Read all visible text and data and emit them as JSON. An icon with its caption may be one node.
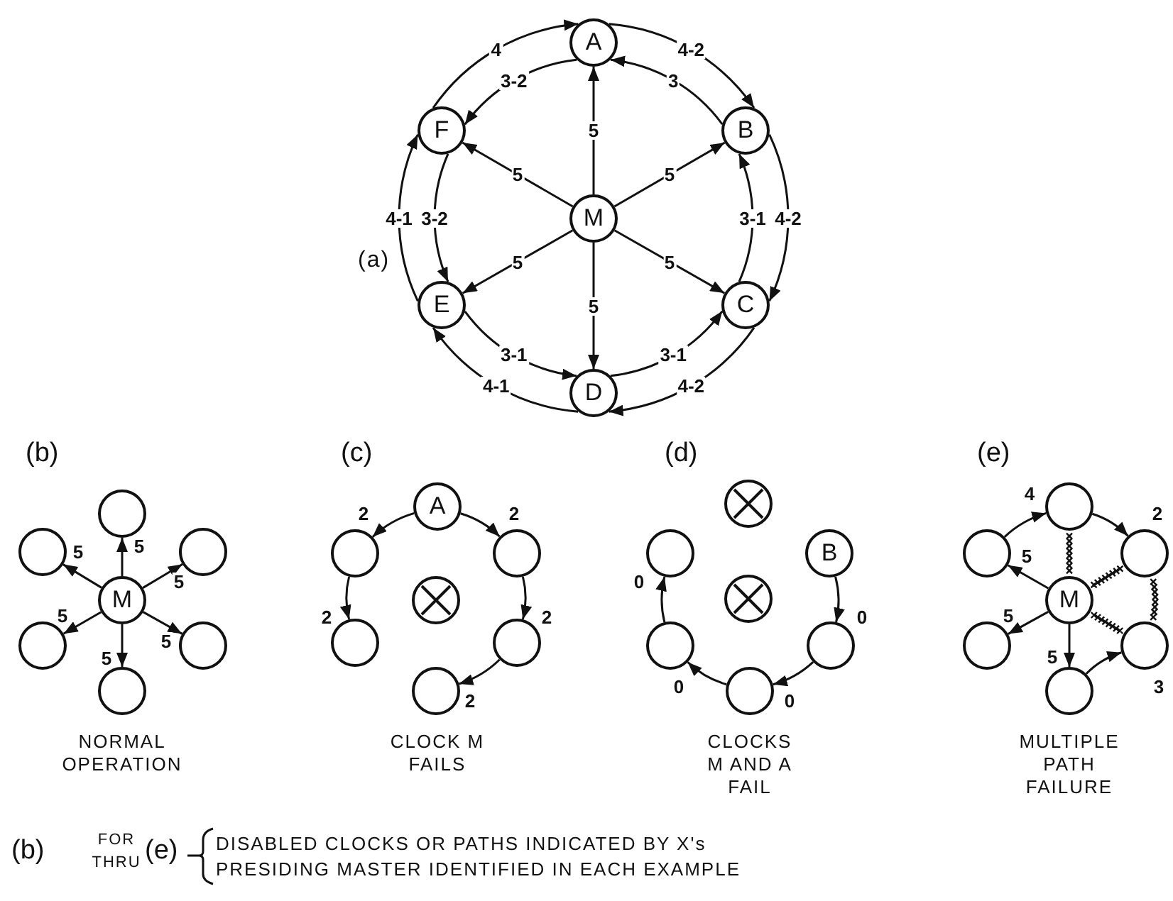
{
  "diagram": {
    "nodes": [
      {
        "text": [
          "A"
        ]
      },
      {
        "text": [
          "B"
        ]
      },
      {
        "text": [
          "C"
        ]
      },
      {
        "text": [
          "D"
        ]
      },
      {
        "text": [
          "E"
        ]
      },
      {
        "text": [
          "F"
        ]
      },
      {
        "text": [
          "M"
        ]
      },
      {
        "text": [
          "M"
        ]
      },
      {
        "text": [],
        "shape": "circle"
      },
      {
        "text": [],
        "shape": "circle"
      },
      {
        "text": [],
        "shape": "circle"
      },
      {
        "text": [],
        "shape": "circle"
      },
      {
        "text": [],
        "shape": "circle"
      },
      {
        "text": [],
        "shape": "circle"
      },
      {
        "text": [
          "A"
        ]
      },
      {
        "text": [],
        "shape": "circle"
      },
      {
        "text": [],
        "shape": "circle"
      },
      {
        "text": [],
        "shape": "crossed-circle"
      },
      {
        "text": [],
        "shape": "circle"
      },
      {
        "text": [],
        "shape": "circle"
      },
      {
        "text": [],
        "shape": "circle"
      },
      {
        "text": [],
        "shape": "crossed-circle"
      },
      {
        "text": [],
        "shape": "circle"
      },
      {
        "text": [
          "B"
        ]
      },
      {
        "text": [],
        "shape": "crossed-circle"
      },
      {
        "text": [],
        "shape": "circle"
      },
      {
        "text": [],
        "shape": "circle"
      },
      {
        "text": [],
        "shape": "circle"
      },
      {
        "text": [],
        "shape": "circle"
      },
      {
        "text": [],
        "shape": "circle"
      },
      {
        "text": [],
        "shape": "circle"
      },
      {
        "text": [
          "M"
        ]
      },
      {
        "text": [],
        "shape": "circle"
      },
      {
        "text": [],
        "shape": "circle"
      },
      {
        "text": [],
        "shape": "circle"
      }
    ],
    "edges": [
      {
        "from": 6,
        "to": 0,
        "arrow": "to",
        "label": "5"
      },
      {
        "from": 6,
        "to": 1,
        "arrow": "to",
        "label": "5"
      },
      {
        "from": 6,
        "to": 2,
        "arrow": "to",
        "label": "5"
      },
      {
        "from": 6,
        "to": 3,
        "arrow": "to",
        "label": "5"
      },
      {
        "from": 6,
        "to": 4,
        "arrow": "to",
        "label": "5"
      },
      {
        "from": 6,
        "to": 5,
        "arrow": "to",
        "label": "5"
      },
      {
        "from": 5,
        "to": 0,
        "arrow": "to",
        "label": "4"
      },
      {
        "from": 0,
        "to": 5,
        "arrow": "to",
        "label": "3-2"
      },
      {
        "from": 0,
        "to": 1,
        "arrow": "to",
        "label": "4-2"
      },
      {
        "from": 1,
        "to": 0,
        "arrow": "to",
        "label": "3"
      },
      {
        "from": 1,
        "to": 2,
        "arrow": "to",
        "label": "4-2"
      },
      {
        "from": 2,
        "to": 1,
        "arrow": "to",
        "label": "3-1"
      },
      {
        "from": 2,
        "to": 3,
        "arrow": "to",
        "label": "4-2"
      },
      {
        "from": 3,
        "to": 2,
        "arrow": "to",
        "label": "3-1"
      },
      {
        "from": 3,
        "to": 4,
        "arrow": "to",
        "label": "4-1"
      },
      {
        "from": 4,
        "to": 3,
        "arrow": "to",
        "label": "3-1"
      },
      {
        "from": 4,
        "to": 5,
        "arrow": "to",
        "label": "4-1"
      },
      {
        "from": 5,
        "to": 4,
        "arrow": "to",
        "label": "3-2"
      },
      {
        "from": 7,
        "to": 8,
        "arrow": "to",
        "label": "5"
      },
      {
        "from": 7,
        "to": 9,
        "arrow": "to",
        "label": "5"
      },
      {
        "from": 7,
        "to": 10,
        "arrow": "to",
        "label": "5"
      },
      {
        "from": 7,
        "to": 11,
        "arrow": "to",
        "label": "5"
      },
      {
        "from": 7,
        "to": 12,
        "arrow": "to",
        "label": "5"
      },
      {
        "from": 7,
        "to": 13,
        "arrow": "to",
        "label": "5"
      },
      {
        "from": 14,
        "to": 15,
        "arrow": "to",
        "label": "2"
      },
      {
        "from": 15,
        "to": 18,
        "arrow": "to",
        "label": "2"
      },
      {
        "from": 14,
        "to": 16,
        "arrow": "to",
        "label": "2"
      },
      {
        "from": 16,
        "to": 19,
        "arrow": "to",
        "label": "2"
      },
      {
        "from": 19,
        "to": 20,
        "arrow": "to",
        "label": "2"
      },
      {
        "from": 23,
        "to": 26,
        "arrow": "to",
        "label": "0"
      },
      {
        "from": 26,
        "to": 27,
        "arrow": "to",
        "label": "0"
      },
      {
        "from": 27,
        "to": 25,
        "arrow": "to",
        "label": "0"
      },
      {
        "from": 25,
        "to": 22,
        "arrow": "to",
        "label": "0"
      },
      {
        "from": 29,
        "to": 28,
        "arrow": "to",
        "label": "4"
      },
      {
        "from": 28,
        "to": 30,
        "arrow": "to",
        "label": "2"
      },
      {
        "from": 31,
        "to": 29,
        "arrow": "to",
        "label": "5"
      },
      {
        "from": 31,
        "to": 32,
        "arrow": "to",
        "label": "5"
      },
      {
        "from": 31,
        "to": 34,
        "arrow": "to",
        "label": "5"
      },
      {
        "from": 34,
        "to": 33,
        "arrow": "to",
        "label": "3"
      },
      {
        "from": 31,
        "to": 28,
        "arrow": "none",
        "style": "dashed"
      },
      {
        "from": 31,
        "to": 30,
        "arrow": "none",
        "style": "dashed"
      },
      {
        "from": 31,
        "to": 33,
        "arrow": "none",
        "style": "dashed"
      },
      {
        "from": 30,
        "to": 33,
        "arrow": "none",
        "style": "dashed"
      }
    ],
    "labels": [
      "(a)",
      "(b)",
      "(c)",
      "(d)",
      "(e)",
      "NORMAL OPERATION",
      "CLOCK M FAILS",
      "CLOCKS M AND A FAIL",
      "MULTIPLE PATH FAILURE",
      "FOR",
      "(b)",
      "THRU",
      "(e)",
      "DISABLED CLOCKS OR PATHS INDICATED BY X's",
      "PRESIDING MASTER IDENTIFIED IN EACH EXAMPLE"
    ]
  }
}
